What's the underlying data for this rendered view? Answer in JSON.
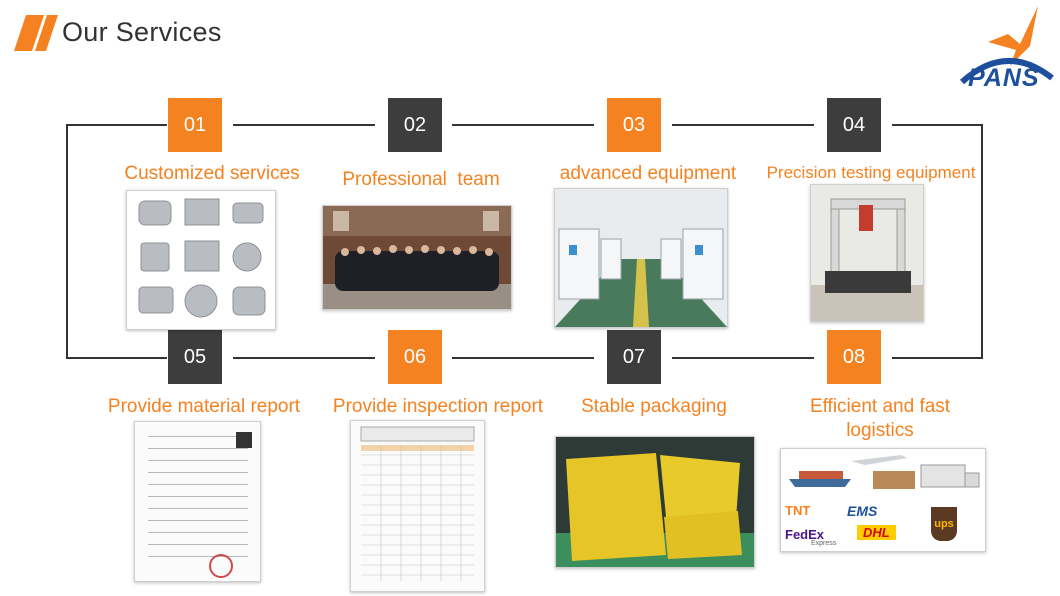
{
  "header": {
    "title": "Our Services"
  },
  "logo": {
    "text": "PANS"
  },
  "colors": {
    "accent": "#f58220",
    "dark": "#3d3d3d",
    "brand_blue": "#1e4f9c"
  },
  "steps": [
    {
      "number": "01",
      "label": "Customized services"
    },
    {
      "number": "02",
      "label": "Professional  team"
    },
    {
      "number": "03",
      "label": "advanced equipment"
    },
    {
      "number": "04",
      "label": "Precision testing equipment"
    },
    {
      "number": "05",
      "label": "Provide material report"
    },
    {
      "number": "06",
      "label": "Provide inspection report"
    },
    {
      "number": "07",
      "label": "Stable packaging"
    },
    {
      "number": "08",
      "label_line1": "Efficient and fast",
      "label_line2": "logistics"
    }
  ],
  "logistics": {
    "brands": [
      "TNT",
      "EMS",
      "FedEx",
      "Express",
      "DHL",
      "ups"
    ]
  }
}
